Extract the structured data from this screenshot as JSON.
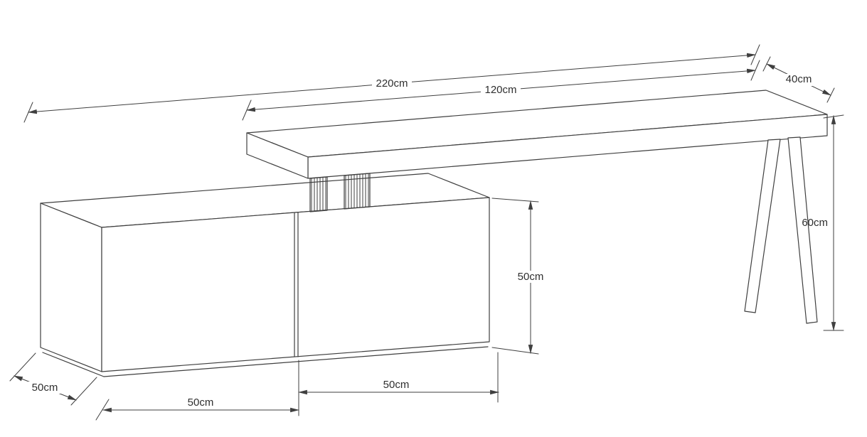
{
  "diagram": {
    "type": "technical-dimensional-drawing",
    "subject": "desk-with-tv-cabinet",
    "labels": {
      "total_width": "220cm",
      "desktop_width": "120cm",
      "desktop_depth": "40cm",
      "desk_height": "60cm",
      "cabinet_height": "50cm",
      "cabinet_depth": "50cm",
      "left_door_width": "50cm",
      "right_door_width": "50cm"
    },
    "colors": {
      "line": "#3f3f3f",
      "background": "#ffffff",
      "text": "#2f2f2f"
    }
  }
}
